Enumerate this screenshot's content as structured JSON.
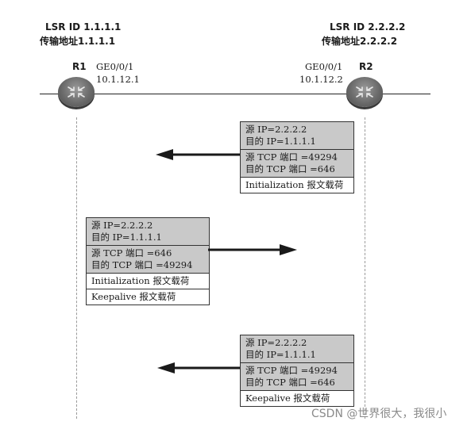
{
  "left_router": {
    "lsr_id": "LSR ID 1.1.1.1",
    "transport_addr": "传输地址1.1.1.1",
    "name": "R1",
    "port": "GE0/0/1",
    "ip": "10.1.12.1"
  },
  "right_router": {
    "lsr_id": "LSR ID 2.2.2.2",
    "transport_addr": "传输地址2.2.2.2",
    "name": "R2",
    "port": "GE0/0/1",
    "ip": "10.1.12.2"
  },
  "packets": [
    {
      "direction": "R2 to R1",
      "ip_lines": [
        "源 IP=2.2.2.2",
        "目的 IP=1.1.1.1"
      ],
      "tcp_lines": [
        "源 TCP 端口 =49294",
        "目的 TCP 端口 =646"
      ],
      "payloads": [
        "Initialization 报文载荷"
      ]
    },
    {
      "direction": "R1 to R2",
      "ip_lines": [
        "源 IP=2.2.2.2",
        "目的 IP=1.1.1.1"
      ],
      "tcp_lines": [
        "源 TCP 端口 =646",
        "目的 TCP 端口 =49294"
      ],
      "payloads": [
        "Initialization 报文载荷",
        "Keepalive 报文载荷"
      ]
    },
    {
      "direction": "R2 to R1",
      "ip_lines": [
        "源 IP=2.2.2.2",
        "目的 IP=1.1.1.1"
      ],
      "tcp_lines": [
        "源 TCP 端口 =49294",
        "目的 TCP 端口 =646"
      ],
      "payloads": [
        "Keepalive 报文载荷"
      ]
    }
  ],
  "watermark": "CSDN @世界很大，我很小"
}
